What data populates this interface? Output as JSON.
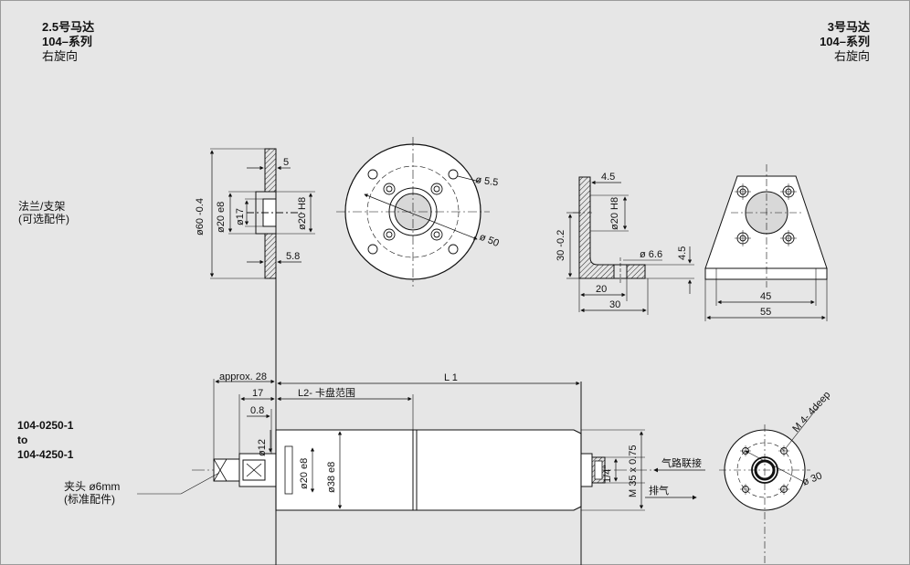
{
  "header_left": {
    "line1": "2.5号马达",
    "line2": "104–系列",
    "line3": "右旋向"
  },
  "header_right": {
    "line1": "3号马达",
    "line2": "104–系列",
    "line3": "右旋向"
  },
  "flange_label": {
    "line1": "法兰/支架",
    "line2": "(可选配件)"
  },
  "model_range": {
    "from": "104-0250-1",
    "to_word": "to",
    "to": "104-4250-1"
  },
  "collet_label": {
    "line1": "夹头 ø6mm",
    "line2": "(标准配件)"
  },
  "flange_section": {
    "dim_outer": "ø60 -0.4",
    "dim_bore": "ø20 e8",
    "dim_inner": "ø17",
    "dim_hole": "ø20 H8",
    "dim_thickness": "5",
    "dim_step": "5.8"
  },
  "flange_face": {
    "dim_holes": "ø 5.5",
    "dim_pcd": "ø 50"
  },
  "bracket_side": {
    "dim_top": "4.5",
    "dim_bore": "ø20 H8",
    "dim_height": "30 -0.2",
    "dim_hole": "ø 6.6",
    "dim_thick": "4.5",
    "dim_20": "20",
    "dim_30": "30"
  },
  "bracket_front": {
    "dim_45": "45",
    "dim_55": "55"
  },
  "motor": {
    "dim_approx": "approx. 28",
    "dim_L1": "L 1",
    "dim_17": "17",
    "dim_L2": "L2- 卡盘范围",
    "dim_08": "0.8",
    "dim_d12": "ø12",
    "dim_d20": "ø20 e8",
    "dim_d38": "ø38 e8",
    "dim_quarter": "1/4\"",
    "dim_thread": "M 35 x 0.75",
    "air_inlet": "气路联接",
    "exhaust": "排气"
  },
  "end_view": {
    "dim_thread": "M 4- 4deep",
    "dim_pcd": "ø 30"
  }
}
